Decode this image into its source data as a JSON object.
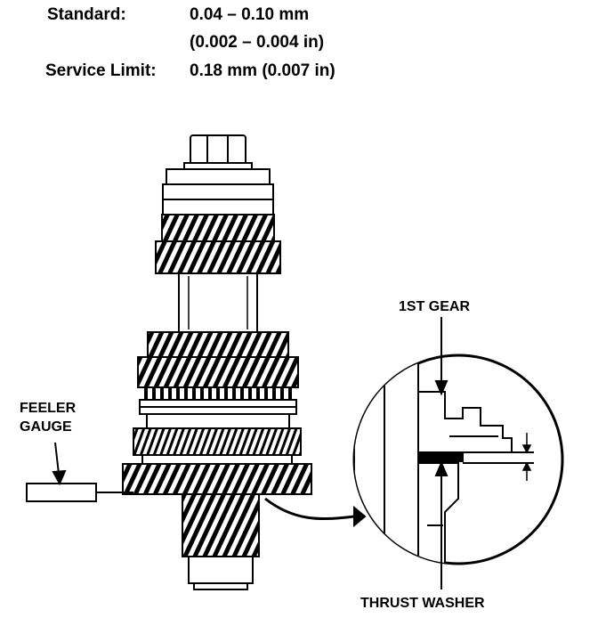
{
  "specs": {
    "standard_label": "Standard:",
    "standard_value_mm": "0.04 – 0.10 mm",
    "standard_value_in": "(0.002 – 0.004 in)",
    "service_limit_label": "Service Limit:",
    "service_limit_value": "0.18 mm (0.007 in)"
  },
  "callouts": {
    "feeler_gauge_line1": "FEELER",
    "feeler_gauge_line2": "GAUGE",
    "first_gear": "1ST GEAR",
    "thrust_washer": "THRUST WASHER"
  },
  "colors": {
    "ink": "#000000",
    "paper": "#ffffff"
  }
}
